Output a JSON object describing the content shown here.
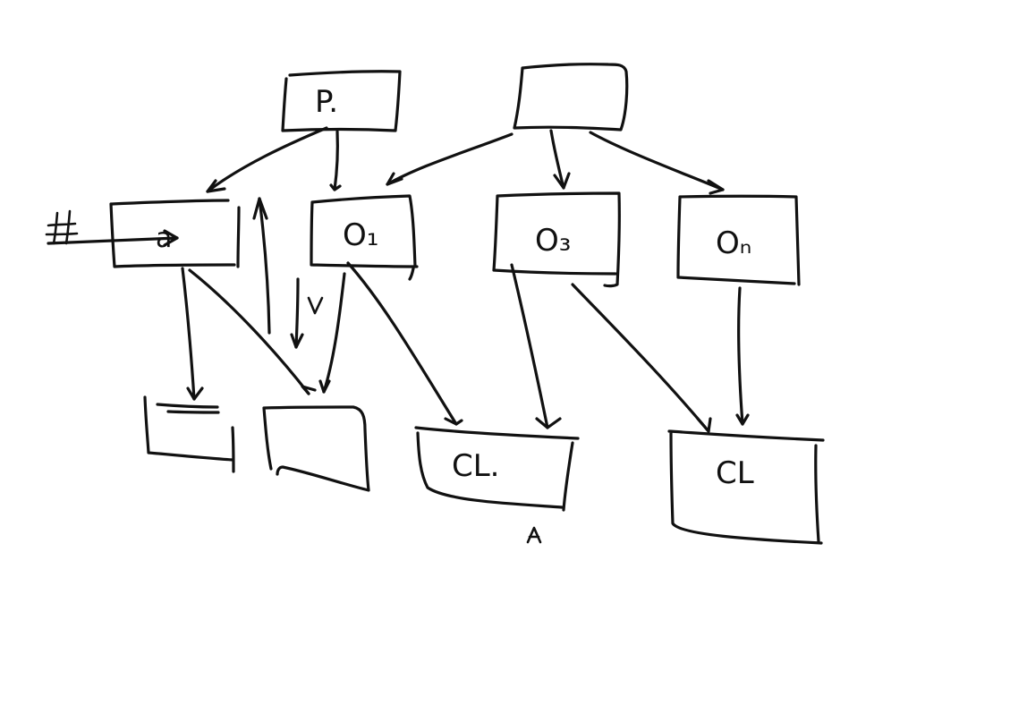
{
  "diagram": {
    "ink_color": "#111111",
    "background_color": "#ffffff",
    "nodes": {
      "p": {
        "label": "P."
      },
      "top_right": {
        "label": ""
      },
      "a": {
        "label": "a"
      },
      "o1": {
        "label": "O₁"
      },
      "o3": {
        "label": "O₃"
      },
      "on": {
        "label": "Oₙ"
      },
      "bottom_1": {
        "label": ""
      },
      "bottom_2": {
        "label": ""
      },
      "cl_1": {
        "label": "CL."
      },
      "cl_2": {
        "label": "CL"
      }
    },
    "annotations": {
      "hash_mark": "H",
      "v_mark": "V",
      "a_mark": "A"
    }
  }
}
